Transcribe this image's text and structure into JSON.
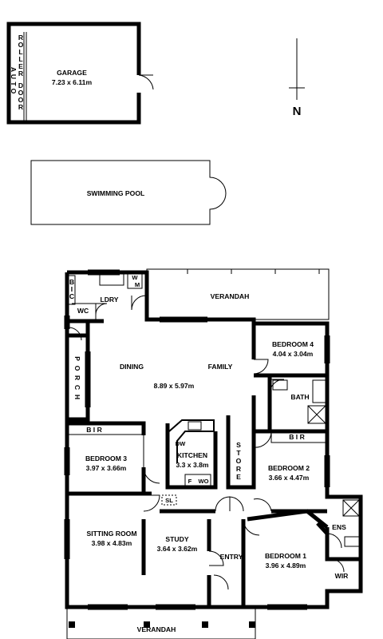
{
  "north_label": "N",
  "garage": {
    "name": "GARAGE",
    "dims": "7.23 x 6.11m",
    "door_letters_1": [
      "R",
      "O",
      "L",
      "L",
      "E",
      "R"
    ],
    "door_letters_2": [
      "D",
      "O",
      "O",
      "R"
    ],
    "door_letters_3": [
      "A",
      "U",
      "T",
      "O"
    ]
  },
  "pool": {
    "name": "SWIMMING POOL"
  },
  "rooms": {
    "verandah_top": "VERANDAH",
    "ldry": "LDRY",
    "wm": "W\nM",
    "bic": "B I C",
    "wc": "WC",
    "bedroom4": {
      "name": "BEDROOM 4",
      "dims": "4.04 x 3.04m"
    },
    "dining": "DINING",
    "family": "FAMILY",
    "living_dims": "8.89 x 5.97m",
    "porch": "PORCH",
    "bath": "BATH",
    "bir_left": "B I R",
    "bir_right": "B I R",
    "bedroom3": {
      "name": "BEDROOM 3",
      "dims": "3.97 x 3.66m"
    },
    "kitchen": {
      "name": "KITCHEN",
      "dims": "3.3 x 3.8m"
    },
    "dw": "DW",
    "fridge": "F",
    "wo": "WO",
    "store": "STORE",
    "bedroom2": {
      "name": "BEDROOM 2",
      "dims": "3.66 x 4.47m"
    },
    "sl": "SL",
    "sitting": {
      "name": "SITTING ROOM",
      "dims": "3.98 x 4.83m"
    },
    "study": {
      "name": "STUDY",
      "dims": "3.64 x 3.62m"
    },
    "entry": "ENTRY",
    "ens": "ENS",
    "bedroom1": {
      "name": "BEDROOM 1",
      "dims": "3.96 x 4.89m"
    },
    "wir": "WIR",
    "verandah_bottom": "VERANDAH"
  }
}
